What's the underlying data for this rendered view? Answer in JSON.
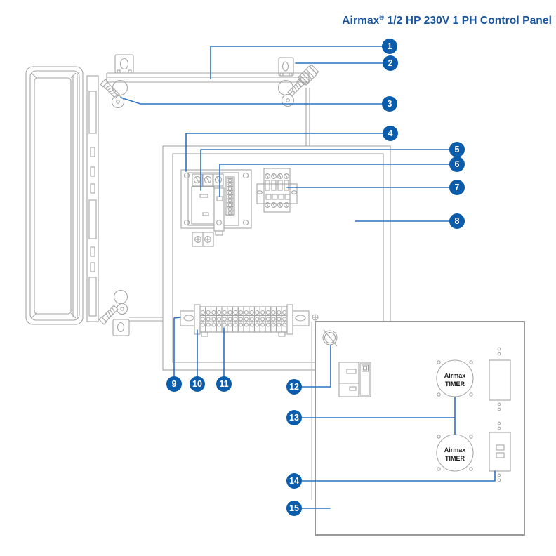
{
  "title": {
    "brand": "Airmax",
    "registered_mark": "®",
    "rest": " 1/2 HP 230V 1 PH Control Panel"
  },
  "callouts": {
    "labels": [
      "1",
      "2",
      "3",
      "4",
      "5",
      "6",
      "7",
      "8",
      "9",
      "10",
      "11",
      "12",
      "13",
      "14",
      "15"
    ]
  },
  "timers": {
    "top": {
      "line1": "Airmax",
      "line2": "TIMER"
    },
    "bottom": {
      "line1": "Airmax",
      "line2": "TIMER"
    }
  },
  "colors": {
    "callout_blue": "#0b5cab",
    "leader_line_blue": "#2a72c4",
    "title_blue": "#17549f",
    "artwork_gray": "#a6a6a6",
    "panel_border_gray": "#8f8f8f",
    "timer_text": "#1a1a1a",
    "background": "#ffffff"
  }
}
